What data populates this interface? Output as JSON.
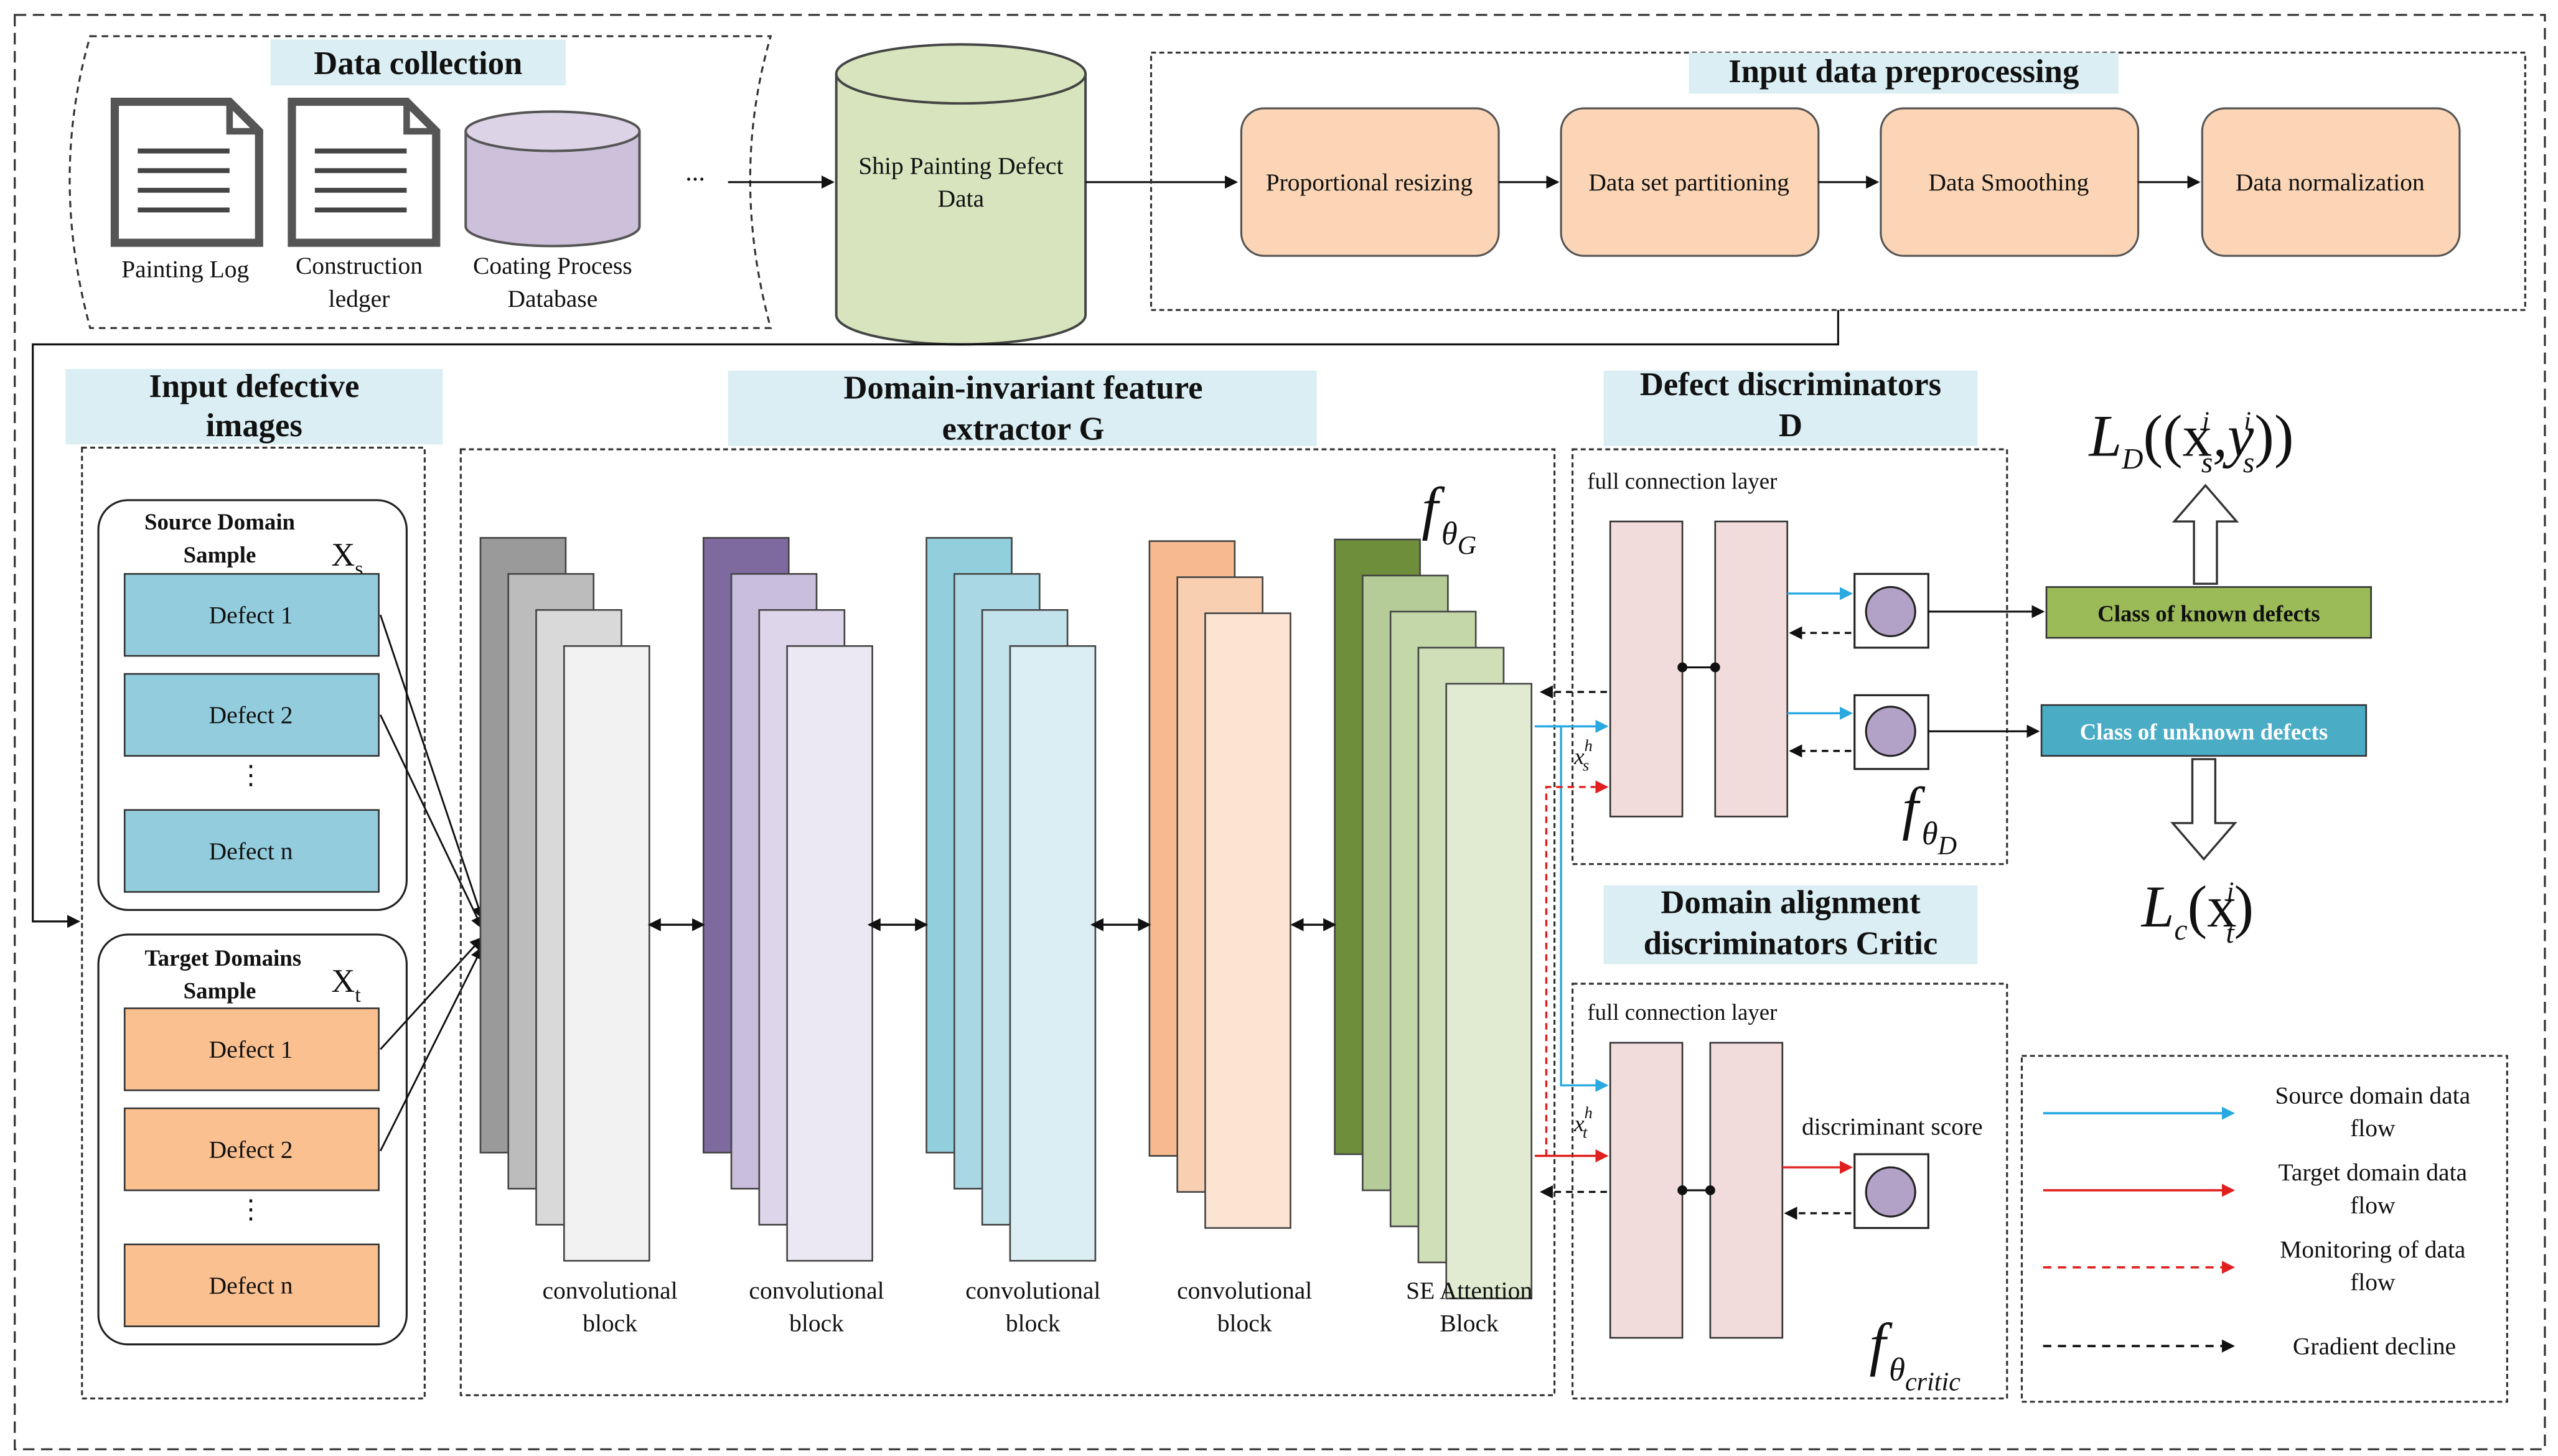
{
  "data_collection": {
    "title": "Data collection",
    "painting_log": "Painting Log",
    "construction_ledger_1": "Construction",
    "construction_ledger_2": "ledger",
    "coating_db_1": "Coating Process",
    "coating_db_2": "Database",
    "ellipsis": "..."
  },
  "ship_data": {
    "line1": "Ship Painting Defect",
    "line2": "Data"
  },
  "preprocessing": {
    "title": "Input data preprocessing",
    "steps": [
      "Proportional resizing",
      "Data set partitioning",
      "Data Smoothing",
      "Data normalization"
    ]
  },
  "input_images": {
    "title_line1": "Input defective",
    "title_line2": "images",
    "source": {
      "title_line1": "Source Domain",
      "title_line2": "Sample",
      "symbol": "X",
      "subscript": "s",
      "items": [
        "Defect 1",
        "Defect 2",
        "Defect n"
      ],
      "dots": "⋮"
    },
    "target": {
      "title_line1": "Target Domains",
      "title_line2": "Sample",
      "symbol": "X",
      "subscript": "t",
      "items": [
        "Defect 1",
        "Defect 2",
        "Defect n"
      ],
      "dots": "⋮"
    }
  },
  "extractor": {
    "title_line1": "Domain-invariant feature",
    "title_line2": "extractor G",
    "f_symbol": "f",
    "f_sub": "θ",
    "f_subsub": "G",
    "blocks": [
      {
        "line1": "convolutional",
        "line2": "block",
        "colors": [
          "#9a9a9a",
          "#bcbcbc",
          "#d9d9d9",
          "#f2f2f2"
        ]
      },
      {
        "line1": "convolutional",
        "line2": "block",
        "colors": [
          "#7f6aa0",
          "#c9bedc",
          "#ddd5ea",
          "#ece8f3"
        ]
      },
      {
        "line1": "convolutional",
        "line2": "block",
        "colors": [
          "#92cfdd",
          "#a9d8e4",
          "#c2e2ec",
          "#daeef3"
        ]
      },
      {
        "line1": "convolutional",
        "line2": "block",
        "colors": [
          "#f7b98e",
          "#f9cfb2",
          "#fce4d3"
        ]
      },
      {
        "line1": "SE Attention",
        "line2": "Block",
        "colors": [
          "#6e8e3c",
          "#b6cc98",
          "#c4d7a9",
          "#cfdfb8",
          "#e0ebd2"
        ]
      }
    ]
  },
  "defect_disc": {
    "title_line1": "Defect discriminators",
    "title_line2": "D",
    "layer_label": "full connection layer",
    "f_symbol": "f",
    "f_sub": "θ",
    "f_subsub": "D",
    "xs_label": "x",
    "xs_sup": "h",
    "xs_sub": "s"
  },
  "known_defects": "Class of known defects",
  "unknown_defects": "Class of unknown defects",
  "loss_d": {
    "L": "L",
    "sub": "D",
    "body": "((x",
    "x_sup": "i",
    "x_sub": "s",
    "comma": ",y",
    "y_sup": "i",
    "y_sub": "s",
    "close": "))"
  },
  "loss_c": {
    "L": "L",
    "sub": "c",
    "body": "(x",
    "x_sup": "i",
    "x_sub": "t",
    "close": ")"
  },
  "domain_disc": {
    "title_line1": "Domain alignment",
    "title_line2": "discriminators Critic",
    "layer_label": "full connection layer",
    "score_label": "discriminant score",
    "f_symbol": "f",
    "f_sub": "θ",
    "f_subsub": "critic",
    "xt_label": "x",
    "xt_sup": "h",
    "xt_sub": "t"
  },
  "legend": {
    "items": [
      {
        "line1": "Source domain data",
        "line2": "flow",
        "color": "#29a9e0",
        "style": "solid"
      },
      {
        "line1": "Target domain data",
        "line2": "flow",
        "color": "#e0201e",
        "style": "solid"
      },
      {
        "line1": "Monitoring of data",
        "line2": "flow",
        "color": "#e0201e",
        "style": "dashed"
      },
      {
        "line1": "Gradient decline",
        "line2": "",
        "color": "#111111",
        "style": "dashed"
      }
    ]
  },
  "colors": {
    "header_bg": "#daeef3",
    "pre_box": "#fbd5b5",
    "pre_border": "#d08050",
    "cylinder_green": "#d7e4bd",
    "cylinder_purple": "#ccc0da",
    "source_item": "#93cddd",
    "target_item": "#fac090",
    "fc_layer": "#f2dcdb",
    "known": "#9bbb59",
    "unknown": "#4bacc6",
    "neuron": "#b3a2c7"
  }
}
